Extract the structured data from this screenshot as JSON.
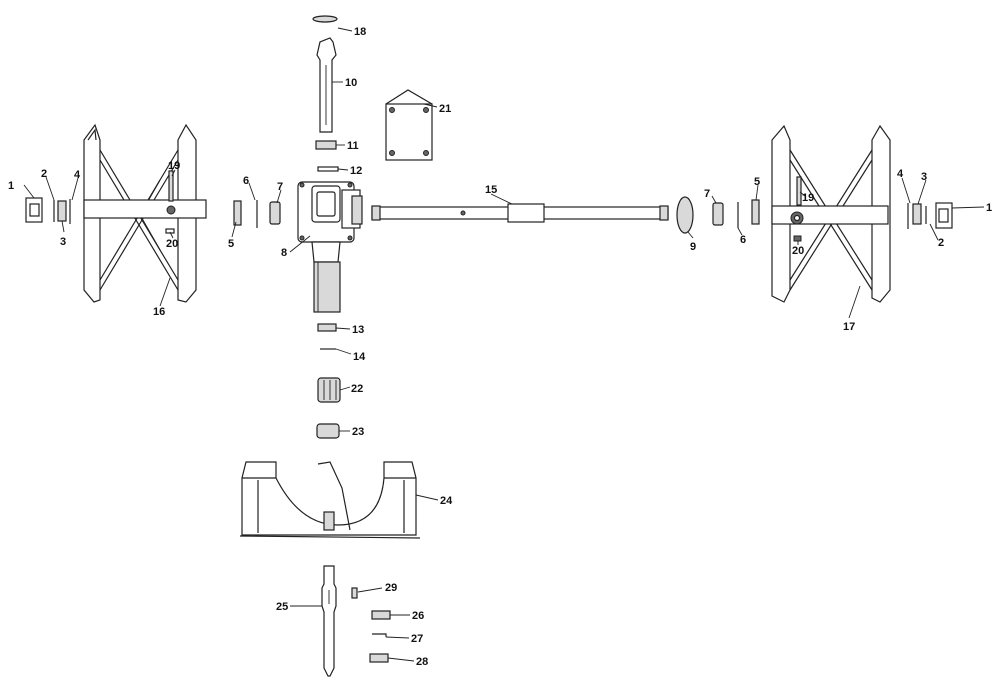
{
  "parts": {
    "p1": "1",
    "p2": "2",
    "p3": "3",
    "p4": "4",
    "p5": "5",
    "p6": "6",
    "p7": "7",
    "p8": "8",
    "p9": "9",
    "p10": "10",
    "p11": "11",
    "p12": "12",
    "p13": "13",
    "p14": "14",
    "p15": "15",
    "p16": "16",
    "p17": "17",
    "p18": "18",
    "p19": "19",
    "p20": "20",
    "p21": "21",
    "p22": "22",
    "p23": "23",
    "p24": "24",
    "p25": "25",
    "p26": "26",
    "p27": "27",
    "p28": "28",
    "p29": "29"
  }
}
